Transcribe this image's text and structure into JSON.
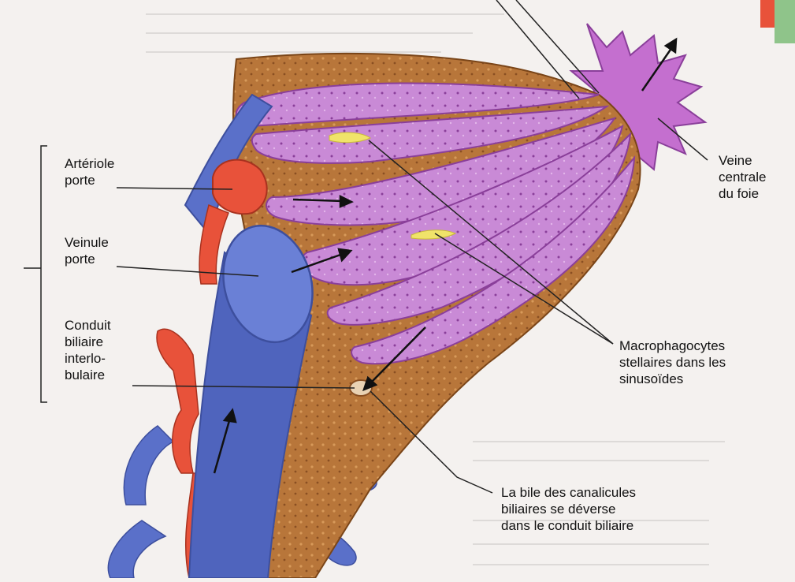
{
  "labels": {
    "arteriole_porte": [
      "Artériole",
      "porte"
    ],
    "veinule_porte": [
      "Veinule",
      "porte"
    ],
    "conduit_biliaire": [
      "Conduit",
      "biliaire",
      "interlo-",
      "bulaire"
    ],
    "veine_centrale": [
      "Veine",
      "centrale",
      "du foie"
    ],
    "macrophagocytes": [
      "Macrophagocytes",
      "stellaires dans les",
      "sinusoïdes"
    ],
    "bile": [
      "La bile des canalicules",
      "biliaires se déverse",
      "dans le conduit biliaire"
    ]
  },
  "colors": {
    "background_page": "#f4f1ef",
    "hepatocyte_plate": "#b8763a",
    "sinusoid": "#c98ad6",
    "central_vein": "#c46fcf",
    "portal_vein": "#5a70c9",
    "arteriole": "#e8523a",
    "bile_canal": "#e9d2b4",
    "macrophage": "#f0e36a",
    "leader_line": "#222222"
  }
}
